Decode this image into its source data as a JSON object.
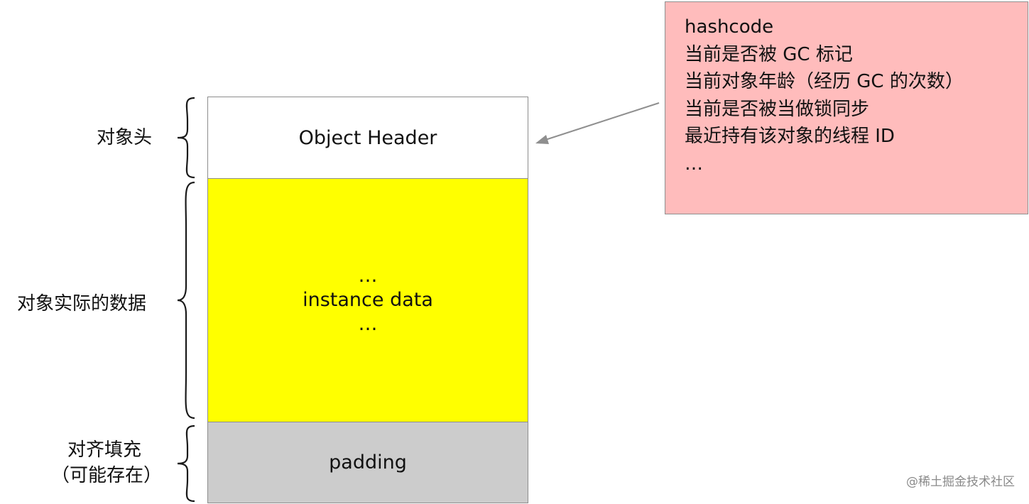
{
  "labels": {
    "object_header": "对象头",
    "instance_data": "对象实际的数据",
    "padding_line1": "对齐填充",
    "padding_line2": "（可能存在）"
  },
  "blocks": {
    "header": "Object Header",
    "instance_ellipsis_top": "…",
    "instance": "instance data",
    "instance_ellipsis_bottom": "…",
    "padding": "padding"
  },
  "note": {
    "lines": [
      "hashcode",
      "当前是否被 GC 标记",
      "当前对象年龄（经历 GC 的次数）",
      "当前是否被当做锁同步",
      "最近持有该对象的线程 ID",
      "…"
    ]
  },
  "watermark": "@稀土掘金技术社区",
  "colors": {
    "header_fill": "#ffffff",
    "instance_fill": "#ffff00",
    "padding_fill": "#cccccc",
    "note_fill": "#ffbcbc",
    "arrow": "#8f8f8f"
  }
}
